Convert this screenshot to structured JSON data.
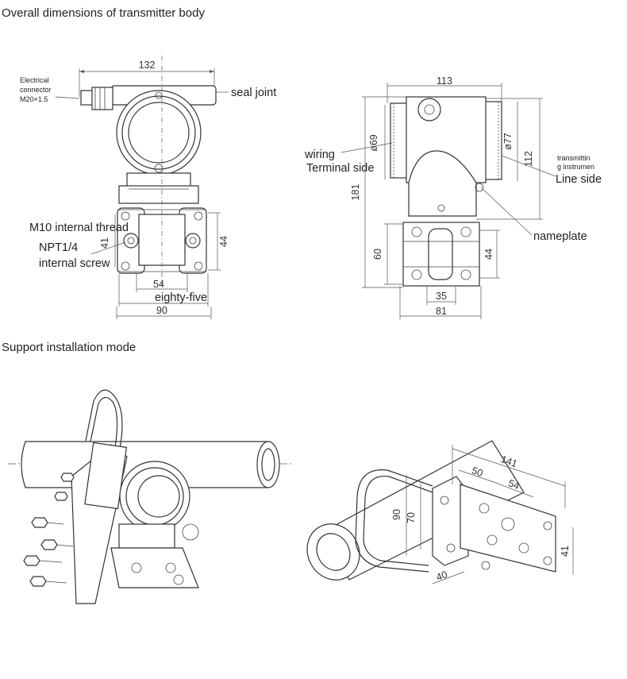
{
  "headings": {
    "overall": "Overall dimensions of transmitter body",
    "support": "Support installation mode"
  },
  "front_view": {
    "dim_width_top": "132",
    "electrical_connector_1": "Electrical",
    "electrical_connector_2": "connector",
    "electrical_connector_3": "M20×1.5",
    "seal_joint": "seal joint",
    "m10": "M10 internal thread",
    "npt_1": "NPT1/4",
    "npt_2": "internal screw",
    "dim_41": "41",
    "dim_44": "44",
    "dim_54": "54",
    "dim_85": "eighty-five",
    "dim_90": "90"
  },
  "side_view": {
    "dim_113": "113",
    "dim_69": "ø69",
    "dim_77": "ø77",
    "dim_112": "112",
    "dim_181": "181",
    "dim_60": "60",
    "dim_44": "44",
    "dim_35": "35",
    "dim_81": "81",
    "wiring": "wiring",
    "terminal_side": "Terminal side",
    "transmitting_1": "transmittin",
    "transmitting_2": "g instrumen",
    "line_side": "Line side",
    "nameplate": "nameplate"
  },
  "bracket_view": {
    "dim_141": "141",
    "dim_50": "50",
    "dim_54": "54",
    "dim_90": "90",
    "dim_70": "70",
    "dim_40": "40",
    "dim_41": "41"
  }
}
